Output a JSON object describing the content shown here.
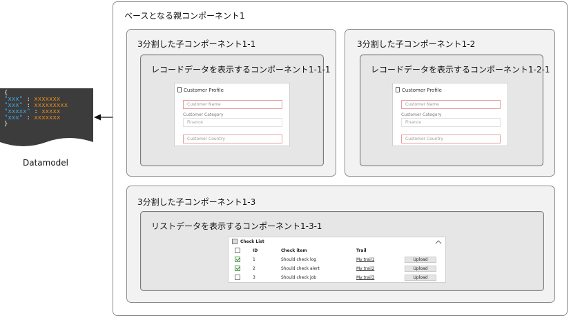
{
  "parent": {
    "label": "ベースとなる親コンポーネント1"
  },
  "child1": {
    "label": "3分割した子コンポーネント1-1"
  },
  "child2": {
    "label": "3分割した子コンポーネント1-2"
  },
  "child3": {
    "label": "3分割した子コンポーネント1-3"
  },
  "record1": {
    "label": "レコードデータを表示するコンポーネント1-1-1"
  },
  "record2": {
    "label": "レコードデータを表示するコンポーネント1-2-1"
  },
  "list1": {
    "label": "リストデータを表示するコンポーネント1-3-1"
  },
  "profile_card": {
    "title": "Customer Profile",
    "field_name": "Customer Name",
    "category_label": "Customer Category",
    "category_value": "Finance",
    "field_country": "Customer Country"
  },
  "datamodel": {
    "caption": "Datamodel",
    "open": "{",
    "close": "}",
    "lines": [
      {
        "key": "\"xxx\"",
        "sep": " : ",
        "value": "xxxxxxx"
      },
      {
        "key": "\"xxx\"",
        "sep": " : ",
        "value": "xxxxxxxxx"
      },
      {
        "key": "\"xxxxx\"",
        "sep": " : ",
        "value": "xxxxx"
      },
      {
        "key": "\"xxx\"",
        "sep": " : ",
        "value": "xxxxxxx"
      }
    ]
  },
  "checklist": {
    "title": "Check List",
    "headers": {
      "id": "ID",
      "item": "Check item",
      "trail": "Trail"
    },
    "rows": [
      {
        "checked": true,
        "id": "1",
        "item": "Should check log",
        "trail": "My trail1",
        "button": "Upload"
      },
      {
        "checked": true,
        "id": "2",
        "item": "Should check alert",
        "trail": "My trail2",
        "button": "Upload"
      },
      {
        "checked": false,
        "id": "3",
        "item": "Should check job",
        "trail": "My trail3",
        "button": "Upload"
      }
    ]
  }
}
